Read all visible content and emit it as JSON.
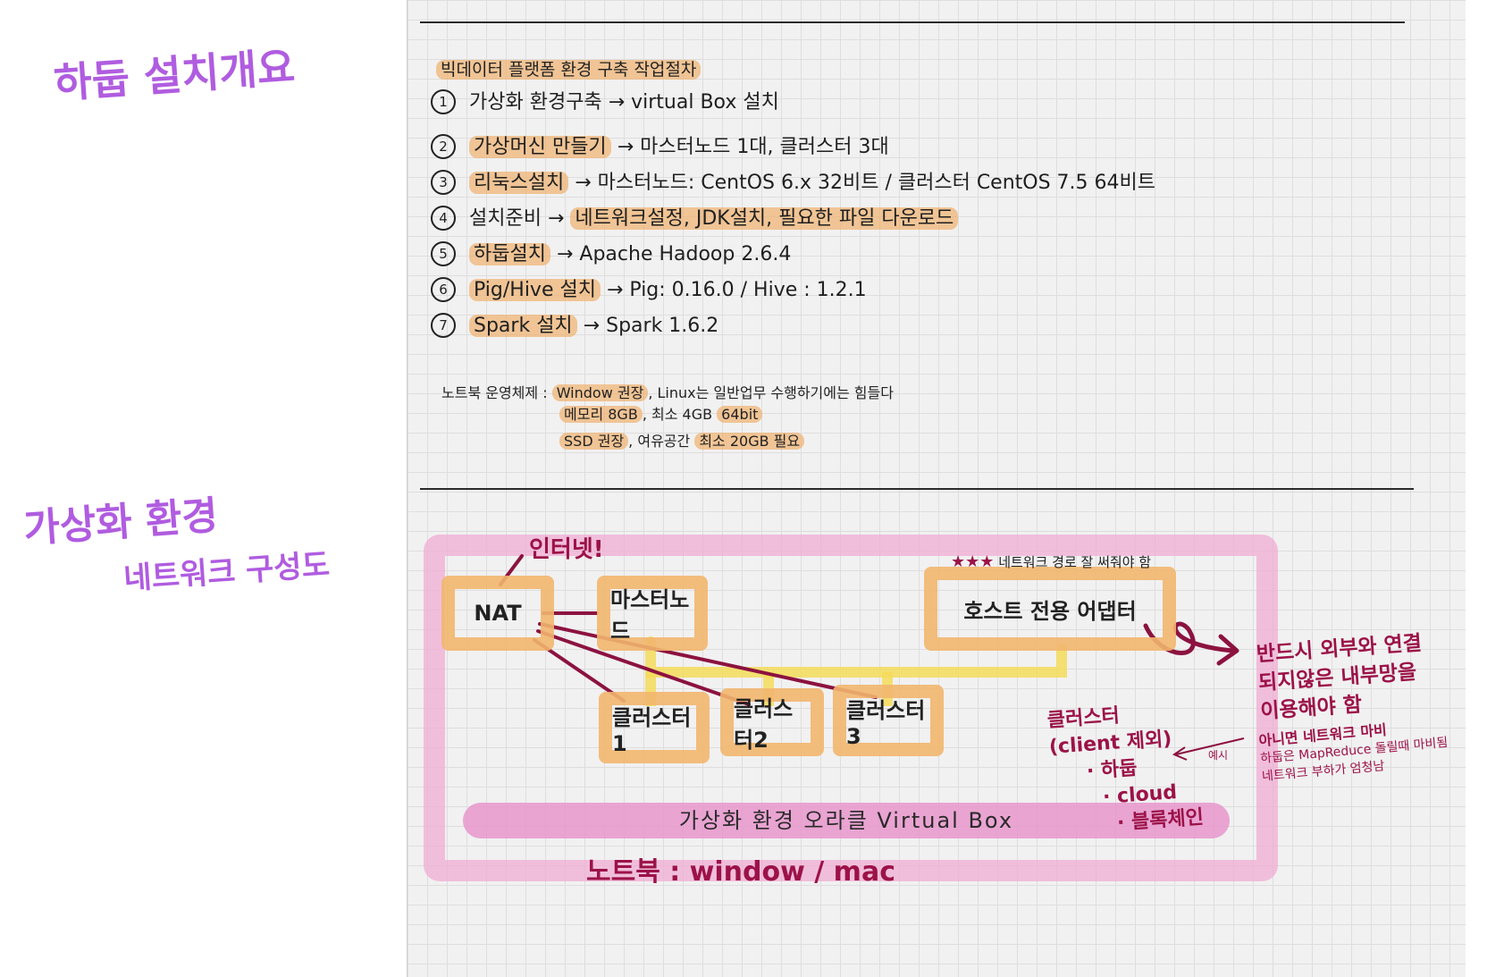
{
  "sections": {
    "install_overview": "하둡 설치개요",
    "virtual_env_line1": "가상화 환경",
    "virtual_env_line2": "네트워크 구성도"
  },
  "plan": {
    "title": "빅데이터 플랫폼 환경 구축 작업절차",
    "steps": [
      {
        "num": "1",
        "label": "가상화 환경구축",
        "detail": "virtual Box 설치"
      },
      {
        "num": "2",
        "label": "가상머신 만들기",
        "detail": "마스터노드 1대, 클러스터 3대"
      },
      {
        "num": "3",
        "label": "리눅스설치",
        "detail": "마스터노드: CentOS 6.x 32비트 / 클러스터 CentOS 7.5 64비트"
      },
      {
        "num": "4",
        "label": "설치준비",
        "detail": "네트워크설정, JDK설치, 필요한 파일 다운로드"
      },
      {
        "num": "5",
        "label": "하둡설치",
        "detail": "Apache Hadoop 2.6.4"
      },
      {
        "num": "6",
        "label": "Pig/Hive 설치",
        "detail": "Pig: 0.16.0 / Hive : 1.2.1"
      },
      {
        "num": "7",
        "label": "Spark 설치",
        "detail": "Spark 1.6.2"
      }
    ]
  },
  "requirements": {
    "label": "노트북 운영체제 :",
    "os_highlight": "Window 권장",
    "os_rest": ", Linux는 일반업무 수행하기에는 힘들다",
    "memory_highlight": "메모리 8GB",
    "memory_mid": ", 최소 4GB",
    "bit_highlight": "64bit",
    "ssd_highlight": "SSD 권장",
    "ssd_mid": ", 여유공간",
    "space_highlight": "최소 20GB 필요"
  },
  "diagram": {
    "internet": "인터넷!",
    "nat": "NAT",
    "master": "마스터노드",
    "cluster1": "클러스터1",
    "cluster2": "클러스터2",
    "cluster3": "클러스터3",
    "host_adapter": "호스트 전용 어댑터",
    "host_note_stars": "★★★",
    "host_note": "네트워크 경로 잘 써줘야 함",
    "virtual_box_bar": "가상화 환경 오라클 Virtual Box",
    "notebook": "노트북 : window / mac",
    "internal_note_lines": [
      "반드시 외부와 연결",
      "되지않은 내부망을",
      "이용해야 함"
    ],
    "reason_lines": [
      "아니면 네트워크 마비",
      "하둡은 MapReduce 돌릴때 마비됨",
      "네트워크 부하가 엄청남"
    ],
    "example_label": "예시",
    "cluster_examples_title_lines": [
      "클러스터",
      "(client 제외)"
    ],
    "cluster_examples": [
      "· 하둡",
      "· cloud",
      "· 블록체인"
    ]
  },
  "colors": {
    "title_purple": "#b05ce0",
    "highlight_orange": "#f0b06e",
    "frame_pink": "#f0aad2",
    "annot_red": "#9c1248",
    "link_yellow": "#f5dc5a"
  }
}
